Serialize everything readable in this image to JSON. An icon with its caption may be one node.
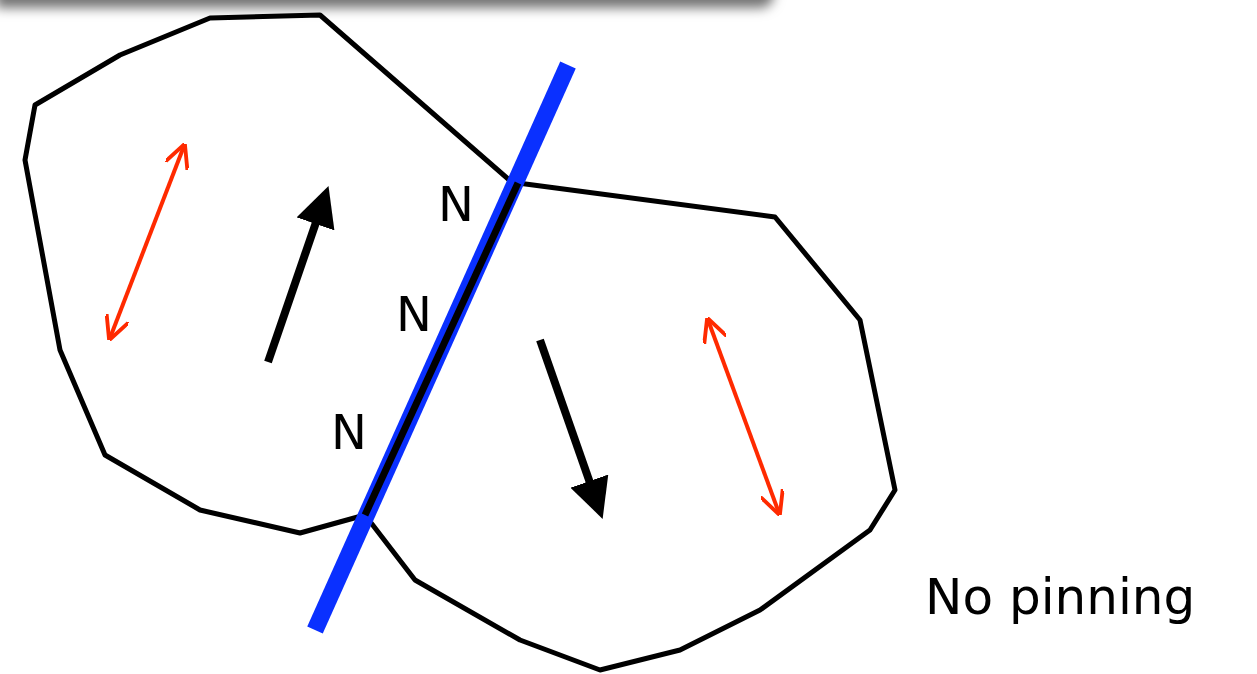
{
  "diagram": {
    "labels": [
      "N",
      "N",
      "N",
      "No pinning"
    ]
  }
}
